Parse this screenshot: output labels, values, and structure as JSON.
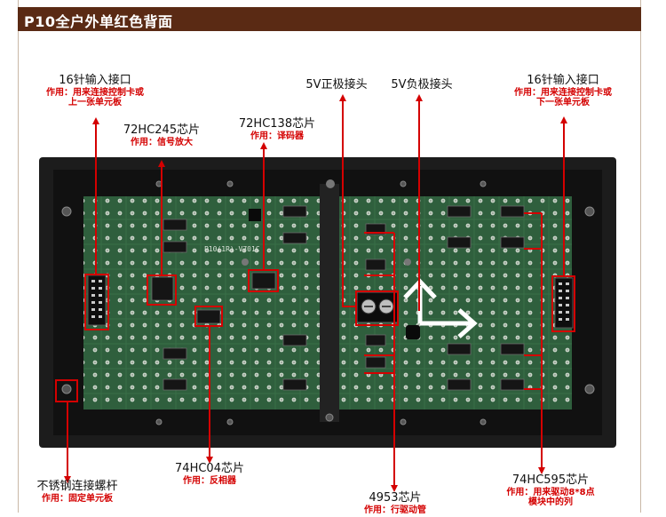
{
  "header": {
    "title": "P10全户外单红色背面"
  },
  "board": {
    "silkscreen": "P10(1R)-V701C"
  },
  "labels": {
    "input_port": {
      "name": "16针输入接口",
      "desc_line1": "作用：用来连接控制卡或",
      "desc_line2": "上一张单元板"
    },
    "output_port": {
      "name": "16针输入接口",
      "desc_line1": "作用：用来连接控制卡或",
      "desc_line2": "下一张单元板"
    },
    "chip_245": {
      "name": "72HC245芯片",
      "desc": "作用：信号放大"
    },
    "chip_138": {
      "name": "72HC138芯片",
      "desc": "作用：译码器"
    },
    "power_pos": {
      "name": "5V正极接头"
    },
    "power_neg": {
      "name": "5V负极接头"
    },
    "screw": {
      "name": "不锈钢连接螺杆",
      "desc": "作用：固定单元板"
    },
    "chip_04": {
      "name": "74HC04芯片",
      "desc": "作用：反相器"
    },
    "chip_4953": {
      "name": "4953芯片",
      "desc": "作用：行驱动管"
    },
    "chip_595": {
      "name": "74HC595芯片",
      "desc_line1": "作用：用来驱动8*8点",
      "desc_line2": "模块中的列"
    }
  },
  "colors": {
    "header_bg": "#5a2a14",
    "pointer": "#d40000",
    "board_frame": "#1c1c1c",
    "pcb": "#2d5a3a"
  }
}
